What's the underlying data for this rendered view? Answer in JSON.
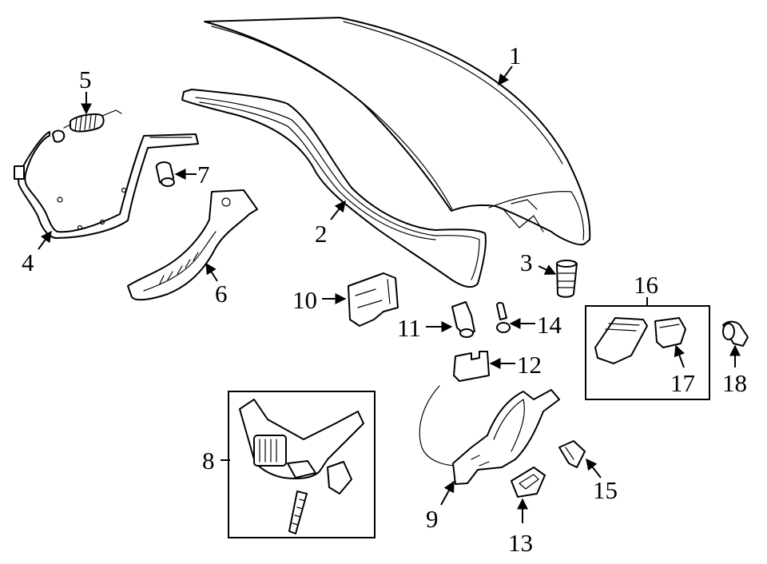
{
  "colors": {
    "line": "#000000",
    "background": "#ffffff"
  },
  "callouts": [
    {
      "id": "1",
      "text": "1"
    },
    {
      "id": "2",
      "text": "2"
    },
    {
      "id": "3",
      "text": "3"
    },
    {
      "id": "4",
      "text": "4"
    },
    {
      "id": "5",
      "text": "5"
    },
    {
      "id": "6",
      "text": "6"
    },
    {
      "id": "7",
      "text": "7"
    },
    {
      "id": "8",
      "text": "8"
    },
    {
      "id": "9",
      "text": "9"
    },
    {
      "id": "10",
      "text": "10"
    },
    {
      "id": "11",
      "text": "11"
    },
    {
      "id": "12",
      "text": "12"
    },
    {
      "id": "13",
      "text": "13"
    },
    {
      "id": "14",
      "text": "14"
    },
    {
      "id": "15",
      "text": "15"
    },
    {
      "id": "16",
      "text": "16"
    },
    {
      "id": "17",
      "text": "17"
    },
    {
      "id": "18",
      "text": "18"
    }
  ]
}
